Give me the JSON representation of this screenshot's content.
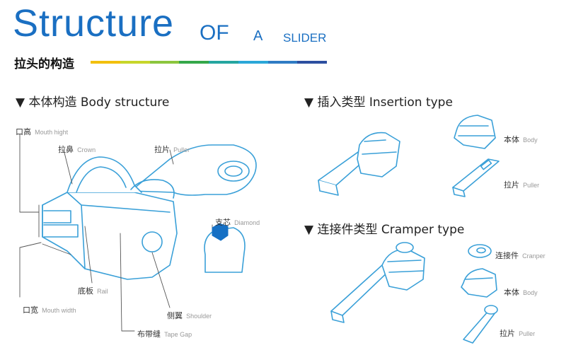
{
  "header": {
    "title_main": "Structure",
    "title_of": "OF",
    "title_a": "A",
    "title_slider": "SLIDER",
    "subtitle_cn": "拉头的构造",
    "bar_colors": [
      "#f2c00e",
      "#c7d62a",
      "#8cc63e",
      "#35a84a",
      "#25a6a0",
      "#2aa7d8",
      "#2f7cc4",
      "#2c4fa0"
    ]
  },
  "sections": {
    "body": "▼ 本体构造 Body structure",
    "insertion": "▼ 插入类型 Insertion type",
    "cramper": "▼ 连接件类型 Cramper type"
  },
  "labels": {
    "mouth_hight": {
      "cn": "口高",
      "en": "Mouth hight"
    },
    "crown": {
      "cn": "拉鼻",
      "en": "Crown"
    },
    "puller": {
      "cn": "拉片",
      "en": "Puller"
    },
    "diamond": {
      "cn": "支芯",
      "en": "Diamond"
    },
    "rail": {
      "cn": "底板",
      "en": "Rail"
    },
    "mouth_width": {
      "cn": "口宽",
      "en": "Mouth width"
    },
    "shoulder": {
      "cn": "侧翼",
      "en": "Shoulder"
    },
    "tape_gap": {
      "cn": "布带缝",
      "en": "Tape Gap"
    },
    "ins_body": {
      "cn": "本体",
      "en": "Body"
    },
    "ins_puller": {
      "cn": "拉片",
      "en": "Puller"
    },
    "cr_cramper": {
      "cn": "连接件",
      "en": "Cranper"
    },
    "cr_body": {
      "cn": "本体",
      "en": "Body"
    },
    "cr_puller": {
      "cn": "拉片",
      "en": "Puller"
    }
  },
  "colors": {
    "accent": "#1a6fc2",
    "outline": "#3aa0d8",
    "diamond": "#1670c4"
  }
}
